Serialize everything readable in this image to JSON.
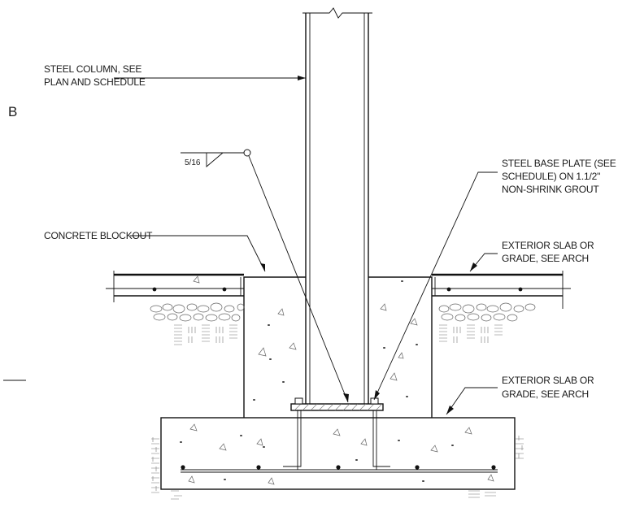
{
  "detail_marker": "B",
  "labels": {
    "steel_column": [
      "STEEL COLUMN, SEE",
      "PLAN AND SCHEDULE"
    ],
    "weld_size": "5/16",
    "base_plate": [
      "STEEL BASE PLATE (SEE",
      "SCHEDULE) ON 1.1/2\"",
      "NON-SHRINK GROUT"
    ],
    "concrete_blockout": "CONCRETE BLOCKOUT",
    "exterior_slab_upper": [
      "EXTERIOR SLAB OR",
      "GRADE, SEE ARCH"
    ],
    "exterior_slab_lower": [
      "EXTERIOR SLAB OR",
      "GRADE, SEE ARCH"
    ]
  }
}
